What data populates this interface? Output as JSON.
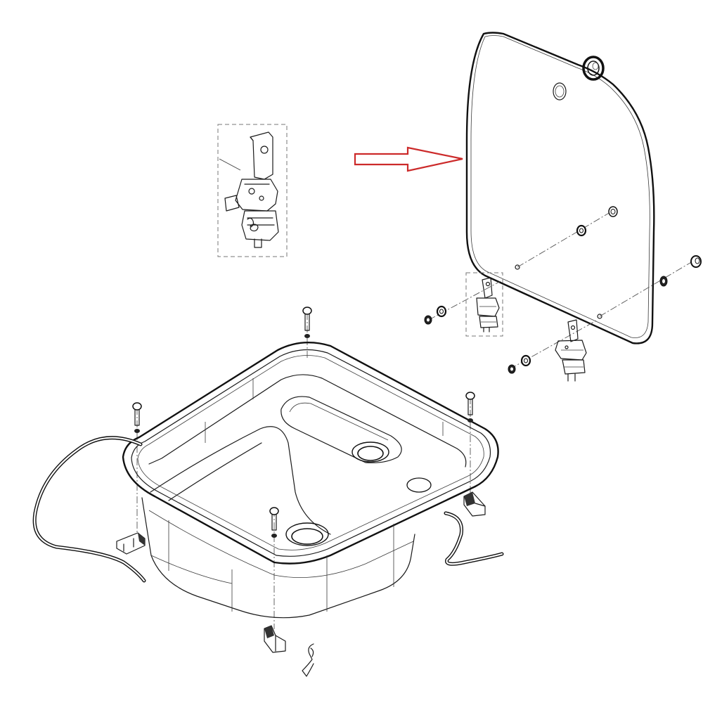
{
  "diagram": {
    "style": "exploded-view line drawing",
    "colors": {
      "background": "#ffffff",
      "line": "#1a1a1a",
      "arrow": "#cc2a2a",
      "leader_dash": "#777777"
    },
    "parts": [
      "hinge-detail-large",
      "callout-arrow",
      "glass-lid",
      "lid-grommet",
      "hinge-detail-small",
      "hinge-bracket",
      "hinge-screws",
      "sink-basin",
      "drain-outlet",
      "mounting-screws",
      "mounting-clips",
      "gasket-hose-left",
      "gasket-hose-right",
      "spring-clip"
    ]
  }
}
